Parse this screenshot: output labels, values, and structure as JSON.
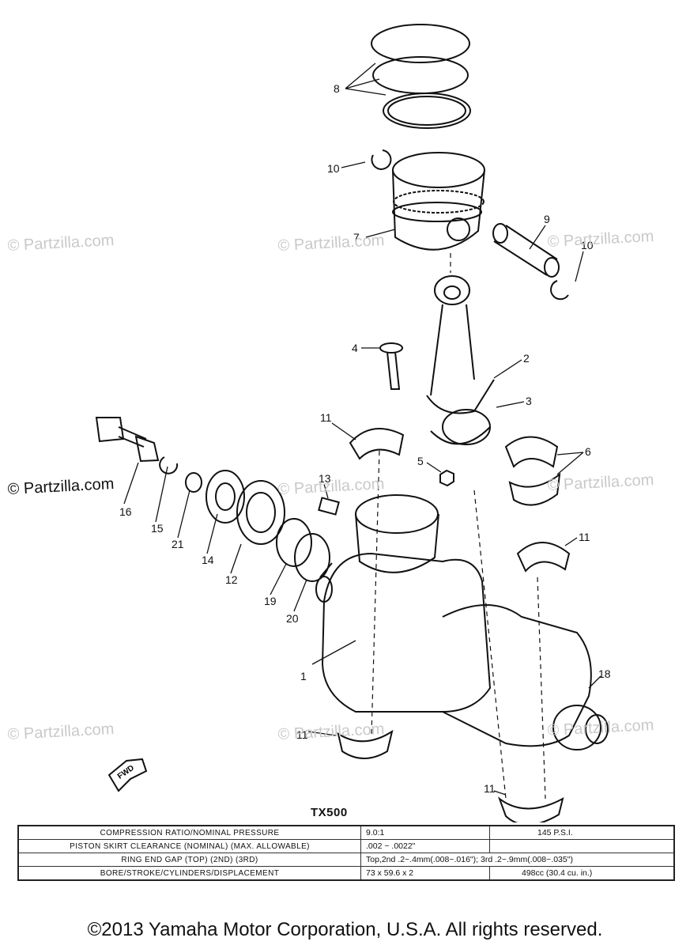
{
  "watermark": "© Partzilla.com",
  "callouts": [
    "8",
    "10",
    "7",
    "9",
    "10",
    "4",
    "2",
    "3",
    "11",
    "5",
    "6",
    "13",
    "16",
    "15",
    "21",
    "14",
    "12",
    "19",
    "20",
    "11",
    "1",
    "18",
    "11",
    "11"
  ],
  "fwd_label": "FWD",
  "model": "TX500",
  "specs": [
    {
      "label": "COMPRESSION RATIO/NOMINAL PRESSURE",
      "value1": "9.0:1",
      "value2": "145 P.S.I."
    },
    {
      "label": "PISTON SKIRT CLEARANCE (NOMINAL) (MAX. ALLOWABLE)",
      "value1": ".002 ~ .0022\"",
      "value2": ""
    },
    {
      "label": "RING END GAP (TOP) (2ND) (3RD)",
      "value1": "Top,2nd .2~.4mm(.008~.016\"); 3rd .2~.9mm(.008~.035\")",
      "value2": ""
    },
    {
      "label": "BORE/STROKE/CYLINDERS/DISPLACEMENT",
      "value1": "73 x 59.6 x 2",
      "value2": "498cc (30.4 cu. in.)"
    }
  ],
  "copyright": "©2013 Yamaha Motor Corporation, U.S.A. All rights reserved."
}
